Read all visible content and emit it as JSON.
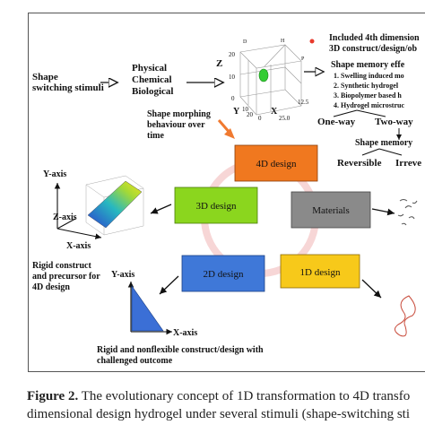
{
  "stimuli": {
    "shape_label_1": "Shape",
    "shape_label_2": "switching stimuli",
    "types": [
      "Physical",
      "Chemical",
      "Biological"
    ]
  },
  "plot3d": {
    "z_label": "Z",
    "x_label": "X",
    "y_label": "Y",
    "z_ticks": [
      "20",
      "10",
      "0"
    ],
    "x_ticks": [
      "12.5",
      "25.0"
    ],
    "y_ticks": [
      "10",
      "20",
      "0"
    ],
    "corner_letters": [
      "D",
      "H",
      "P"
    ]
  },
  "right_top": {
    "bullet_line_1": "Included 4th dimension",
    "bullet_line_2": "3D construct/design/ob",
    "effects_title": "Shape memory effe",
    "effects": [
      "1. Swelling induced mo",
      "2. Synthetic hydrogel",
      "3. Biopolymer based h",
      "4. Hydrogel microstruc"
    ],
    "one_way": "One-way",
    "two_way": "Two-way",
    "memory_title": "Shape memory",
    "reversible": "Reversible",
    "irreversible": "Irreve"
  },
  "morph": {
    "line_1": "Shape morphing",
    "line_2": "behaviour over",
    "line_3": "time"
  },
  "boxes": {
    "d4": "4D design",
    "d3": "3D design",
    "materials": "Materials",
    "d2": "2D design",
    "d1": "1D design"
  },
  "plot3d_small": {
    "y_axis": "Y-axis",
    "z_axis": "Z-axis",
    "x_axis": "X-axis",
    "note_line_1": "Rigid construct",
    "note_line_2": "and precursor for",
    "note_line_3": "4D design"
  },
  "plot2d": {
    "y_axis": "Y-axis",
    "x_axis": "X-axis",
    "note_line_1": "Rigid and nonflexible construct/design with",
    "note_line_2": "challenged outcome"
  },
  "caption": {
    "label": "Figure 2.",
    "line_1": " The evolutionary concept of 1D transformation to 4D transfo",
    "line_2": "dimensional design hydrogel under several stimuli (shape-switching sti"
  },
  "colors": {
    "d4": "#f0781f",
    "d3": "#8bd61e",
    "materials": "#8a8a8a",
    "d2": "#3f78d8",
    "d1": "#f7c91a",
    "cycle": "#f7d6d6",
    "morph_arrow": "#f07a30",
    "triangle": "#3b6fd6",
    "sphere": "#33cc33",
    "bullet": "#e83a2c",
    "doodle": "#c84a3a"
  }
}
